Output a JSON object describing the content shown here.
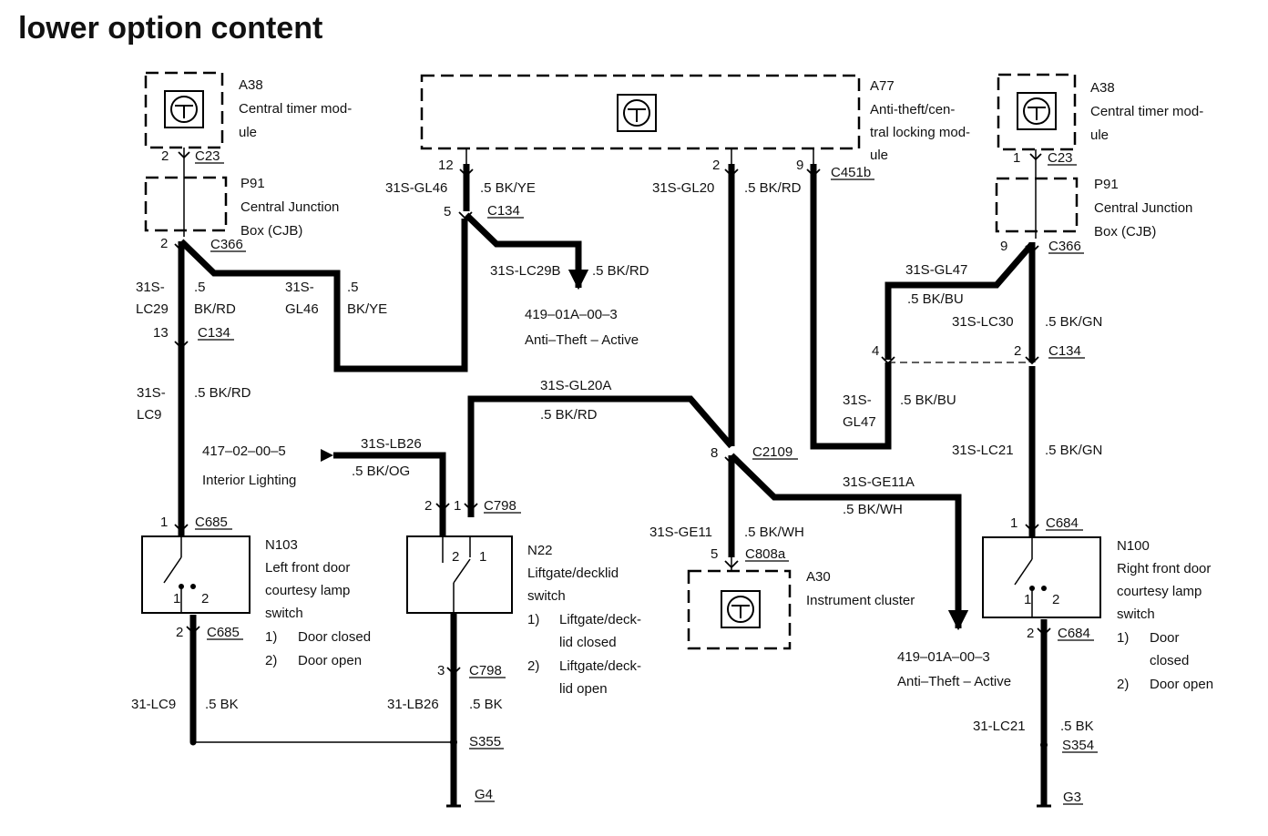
{
  "title": "lower option content",
  "modules": {
    "a38_left": {
      "id": "A38",
      "name_lines": [
        "Central timer mod-",
        "ule"
      ]
    },
    "a77": {
      "id": "A77",
      "name_lines": [
        "Anti-theft/cen-",
        "tral locking mod-",
        "ule"
      ]
    },
    "a38_right": {
      "id": "A38",
      "name_lines": [
        "Central timer mod-",
        "ule"
      ]
    },
    "p91_left": {
      "id": "P91",
      "name_lines": [
        "Central Junction",
        "Box (CJB)"
      ]
    },
    "p91_right": {
      "id": "P91",
      "name_lines": [
        "Central Junction",
        "Box (CJB)"
      ]
    },
    "a30": {
      "id": "A30",
      "name": "Instrument cluster"
    }
  },
  "switches": {
    "n103": {
      "id": "N103",
      "name_lines": [
        "Left front door",
        "courtesy lamp",
        "switch"
      ],
      "states": [
        {
          "num": "1)",
          "text": "Door closed"
        },
        {
          "num": "2)",
          "text": "Door open"
        }
      ]
    },
    "n22": {
      "id": "N22",
      "name_lines": [
        "Liftgate/decklid",
        "switch"
      ],
      "states": [
        {
          "num": "1)",
          "lines": [
            "Liftgate/deck-",
            "lid closed"
          ]
        },
        {
          "num": "2)",
          "lines": [
            "Liftgate/deck-",
            "lid open"
          ]
        }
      ]
    },
    "n100": {
      "id": "N100",
      "name_lines": [
        "Right front door",
        "courtesy lamp",
        "switch"
      ],
      "states": [
        {
          "num": "1)",
          "lines": [
            "Door",
            "closed"
          ]
        },
        {
          "num": "2)",
          "text": "Door open"
        }
      ]
    }
  },
  "pins": {
    "a38l_2": "2",
    "p91l_2": "2",
    "c134_13": "13",
    "c685_1": "1",
    "n103_1": "1",
    "n103_2": "2",
    "c685_2": "2",
    "a77_12": "12",
    "c134_5": "5",
    "a77_2": "2",
    "a77_9": "9",
    "c798_2": "2",
    "c798_1": "1",
    "n22_2": "2",
    "n22_1": "1",
    "c798_3": "3",
    "c2109_8": "8",
    "c808a_5": "5",
    "a38r_1": "1",
    "p91r_9": "9",
    "c134_4": "4",
    "c134_2": "2",
    "c684_1": "1",
    "n100_1": "1",
    "n100_2": "2",
    "c684_2": "2"
  },
  "connectors": {
    "c23_left": "C23",
    "c366_left": "C366",
    "c134_left": "C134",
    "c685_top": "C685",
    "c685_bottom": "C685",
    "c134_mid": "C134",
    "c451b": "C451b",
    "c798_top": "C798",
    "c798_bottom": "C798",
    "c2109": "C2109",
    "c808a": "C808a",
    "c23_right": "C23",
    "c366_right": "C366",
    "c134_right": "C134",
    "c684_top": "C684",
    "c684_bottom": "C684"
  },
  "splices": {
    "s355": "S355",
    "s354": "S354"
  },
  "grounds": {
    "g4": "G4",
    "g3": "G3"
  },
  "wires": {
    "lc29": {
      "circuit_lines": [
        "31S-",
        "LC29"
      ],
      "spec_lines": [
        ".5",
        "BK/RD"
      ]
    },
    "gl46_left": {
      "circuit_lines": [
        "31S-",
        "GL46"
      ],
      "spec_lines": [
        ".5",
        "BK/YE"
      ]
    },
    "lc9": {
      "circuit_lines": [
        "31S-",
        "LC9"
      ],
      "spec": ".5 BK/RD"
    },
    "lc9_gnd": {
      "circuit": "31-LC9",
      "spec": ".5 BK"
    },
    "gl46_top": {
      "circuit": "31S-GL46",
      "spec": ".5 BK/YE"
    },
    "lc29b": {
      "circuit": "31S-LC29B",
      "spec": ".5 BK/RD"
    },
    "gl20": {
      "circuit": "31S-GL20",
      "spec": ".5 BK/RD"
    },
    "gl20a": {
      "circuit": "31S-GL20A",
      "spec": ".5 BK/RD"
    },
    "lb26": {
      "circuit": "31S-LB26",
      "spec": ".5 BK/OG"
    },
    "lb26_gnd": {
      "circuit": "31-LB26",
      "spec": ".5 BK"
    },
    "ge11": {
      "circuit": "31S-GE11",
      "spec": ".5 BK/WH"
    },
    "ge11a": {
      "circuit": "31S-GE11A",
      "spec": ".5 BK/WH"
    },
    "gl47_top": {
      "circuit": "31S-GL47",
      "spec": ".5 BK/BU"
    },
    "gl47_bottom": {
      "circuit_lines": [
        "31S-",
        "GL47"
      ],
      "spec": ".5 BK/BU"
    },
    "lc30": {
      "circuit": "31S-LC30",
      "spec": ".5 BK/GN"
    },
    "lc21": {
      "circuit": "31S-LC21",
      "spec": ".5 BK/GN"
    },
    "lc21_gnd": {
      "circuit": "31-LC21",
      "spec": ".5 BK"
    }
  },
  "references": {
    "anti_theft_1": {
      "code": "419–01A–00–3",
      "label": "Anti–Theft – Active"
    },
    "anti_theft_2": {
      "code": "419–01A–00–3",
      "label": "Anti–Theft – Active"
    },
    "interior": {
      "code": "417–02–00–5",
      "label": "Interior Lighting"
    }
  }
}
